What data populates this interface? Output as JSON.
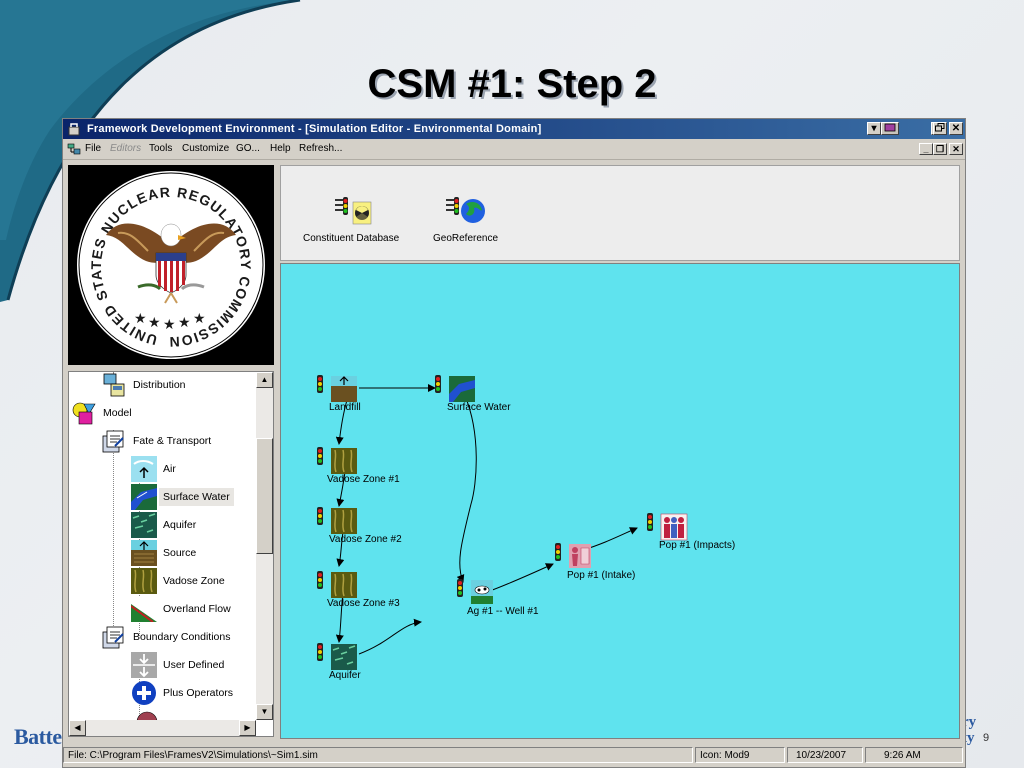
{
  "slide": {
    "title": "CSM #1: Step 2",
    "footer_left": "Batte",
    "footer_right_line1": "ry",
    "footer_right_line2": "ty",
    "page_number": "9"
  },
  "window": {
    "title": "Framework Development Environment - [Simulation Editor - Environmental Domain]",
    "minimize_label": "_",
    "restore_label": "❐",
    "close_label": "✕"
  },
  "menubar": {
    "items": [
      "File",
      "Editors",
      "Tools",
      "Customize",
      "GO...",
      "Help",
      "Refresh..."
    ]
  },
  "logo": {
    "ring_text": "UNITED STATES NUCLEAR REGULATORY COMMISSION"
  },
  "tree": {
    "items": [
      {
        "label": "Distribution",
        "icon": "distribution-icon"
      },
      {
        "label": "Model",
        "icon": "model-icon"
      },
      {
        "label": "Fate & Transport",
        "icon": "fate-transport-icon"
      },
      {
        "label": "Air",
        "icon": "air-icon"
      },
      {
        "label": "Surface Water",
        "icon": "surface-water-icon"
      },
      {
        "label": "Aquifer",
        "icon": "aquifer-icon"
      },
      {
        "label": "Source",
        "icon": "source-icon"
      },
      {
        "label": "Vadose Zone",
        "icon": "vadose-zone-icon"
      },
      {
        "label": "Overland Flow",
        "icon": "overland-flow-icon"
      },
      {
        "label": "Boundary Conditions",
        "icon": "boundary-conditions-icon"
      },
      {
        "label": "User Defined",
        "icon": "user-defined-icon"
      },
      {
        "label": "Plus Operators",
        "icon": "plus-operators-icon"
      }
    ]
  },
  "palette": {
    "items": [
      {
        "label": "Constituent Database",
        "icon": "constituent-database-icon"
      },
      {
        "label": "GeoReference",
        "icon": "georeference-icon"
      }
    ]
  },
  "canvas": {
    "nodes": [
      {
        "label": "Landfill",
        "icon": "source-icon"
      },
      {
        "label": "Surface Water",
        "icon": "surface-water-icon"
      },
      {
        "label": "Vadose Zone #1",
        "icon": "vadose-zone-icon"
      },
      {
        "label": "Vadose Zone #2",
        "icon": "vadose-zone-icon"
      },
      {
        "label": "Vadose Zone #3",
        "icon": "vadose-zone-icon"
      },
      {
        "label": "Aquifer",
        "icon": "aquifer-icon"
      },
      {
        "label": "Ag #1 -- Well #1",
        "icon": "agriculture-icon"
      },
      {
        "label": "Pop #1 (Intake)",
        "icon": "intake-icon"
      },
      {
        "label": "Pop #1 (Impacts)",
        "icon": "impacts-icon"
      }
    ]
  },
  "statusbar": {
    "file": "File: C:\\Program Files\\FramesV2\\Simulations\\~Sim1.sim",
    "icon": "Icon: Mod9",
    "date": "10/23/2007",
    "time": "9:26 AM"
  },
  "colors": {
    "title_bar": "#0a246a",
    "canvas": "#5fe3ee",
    "slide_accent": "#1f5d7a"
  }
}
